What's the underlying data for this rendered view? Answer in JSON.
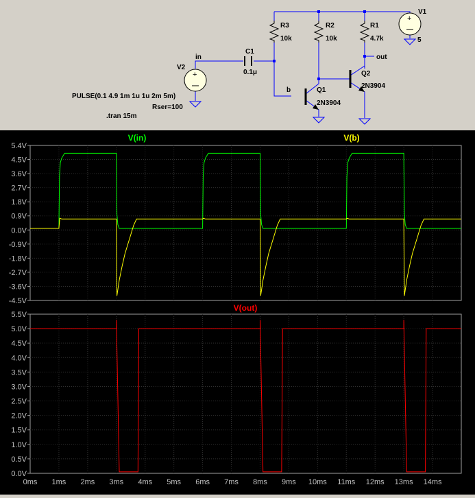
{
  "schematic": {
    "components": {
      "r3": {
        "name": "R3",
        "value": "10k"
      },
      "r2": {
        "name": "R2",
        "value": "10k"
      },
      "r1": {
        "name": "R1",
        "value": "4.7k"
      },
      "c1": {
        "name": "C1",
        "value": "0.1μ"
      },
      "q1": {
        "name": "Q1",
        "model": "2N3904"
      },
      "q2": {
        "name": "Q2",
        "model": "2N3904"
      },
      "v1": {
        "name": "V1",
        "value": "5"
      },
      "v2": {
        "name": "V2",
        "pulse": "PULSE(0.1 4.9 1m 1u 1u 2m 5m)",
        "rser": "Rser=100"
      }
    },
    "net_labels": {
      "in": "in",
      "b": "b",
      "out": "out"
    },
    "directive": ".tran 15m"
  },
  "colors": {
    "vin": "#00ff00",
    "vb": "#ffff00",
    "vout": "#ff0000",
    "schematic_wire": "#0000ff",
    "text_dark": "#000000",
    "axis_labels": "#c0c0c0"
  },
  "chart_data": [
    {
      "type": "line",
      "series": [
        {
          "name": "V(in)",
          "x": [
            0,
            1.0,
            1.02,
            1.05,
            1.1,
            1.2,
            3.0,
            3.02,
            3.05,
            3.1,
            6.0,
            6.02,
            6.05,
            6.1,
            6.2,
            8.0,
            8.02,
            8.05,
            8.1,
            11.0,
            11.02,
            11.05,
            11.1,
            11.2,
            13.0,
            13.02,
            13.05,
            13.1,
            15.0
          ],
          "y": [
            0.1,
            0.1,
            3.4,
            4.3,
            4.6,
            4.9,
            4.9,
            1.0,
            0.35,
            0.1,
            0.1,
            3.4,
            4.3,
            4.6,
            4.9,
            4.9,
            1.0,
            0.35,
            0.1,
            0.1,
            3.4,
            4.3,
            4.6,
            4.9,
            4.9,
            1.0,
            0.35,
            0.1,
            0.1
          ]
        },
        {
          "name": "V(b)",
          "x": [
            0,
            1.0,
            1.03,
            1.1,
            3.0,
            3.02,
            3.1,
            3.2,
            3.3,
            3.45,
            3.6,
            3.7,
            6.0,
            6.03,
            6.1,
            8.0,
            8.02,
            8.1,
            8.2,
            8.3,
            8.45,
            8.6,
            8.7,
            11.0,
            11.03,
            11.1,
            13.0,
            13.02,
            13.1,
            13.2,
            13.3,
            13.45,
            13.6,
            13.7,
            15.0
          ],
          "y": [
            0.1,
            0.1,
            0.75,
            0.7,
            0.7,
            -4.2,
            -3.2,
            -2.3,
            -1.5,
            -0.6,
            0.3,
            0.7,
            0.7,
            0.75,
            0.7,
            0.7,
            -4.2,
            -3.2,
            -2.3,
            -1.5,
            -0.6,
            0.3,
            0.7,
            0.7,
            0.75,
            0.7,
            0.7,
            -4.2,
            -3.2,
            -2.3,
            -1.5,
            -0.6,
            0.3,
            0.7,
            0.7
          ]
        }
      ],
      "ylim": [
        -4.5,
        5.4
      ],
      "yticks": [
        "5.4V",
        "4.5V",
        "3.6V",
        "2.7V",
        "1.8V",
        "0.9V",
        "0.0V",
        "-0.9V",
        "-1.8V",
        "-2.7V",
        "-3.6V",
        "-4.5V"
      ],
      "xlim": [
        0,
        15
      ],
      "grid": true
    },
    {
      "type": "line",
      "series": [
        {
          "name": "V(out)",
          "x": [
            0,
            3.0,
            3.0,
            3.1,
            3.75,
            3.78,
            8.0,
            8.0,
            8.1,
            8.75,
            8.78,
            13.0,
            13.0,
            13.1,
            13.75,
            13.78,
            15.0
          ],
          "y": [
            5.0,
            5.0,
            5.3,
            0.05,
            0.05,
            5.0,
            5.0,
            5.3,
            0.05,
            0.05,
            5.0,
            5.0,
            5.3,
            0.05,
            0.05,
            5.0,
            5.0
          ]
        }
      ],
      "ylim": [
        0,
        5.5
      ],
      "yticks": [
        "5.5V",
        "5.0V",
        "4.5V",
        "4.0V",
        "3.5V",
        "3.0V",
        "2.5V",
        "2.0V",
        "1.5V",
        "1.0V",
        "0.5V",
        "0.0V"
      ],
      "xlim": [
        0,
        15
      ],
      "xticks": [
        "0ms",
        "1ms",
        "2ms",
        "3ms",
        "4ms",
        "5ms",
        "6ms",
        "7ms",
        "8ms",
        "9ms",
        "10ms",
        "11ms",
        "12ms",
        "13ms",
        "14ms"
      ],
      "grid": true
    }
  ]
}
